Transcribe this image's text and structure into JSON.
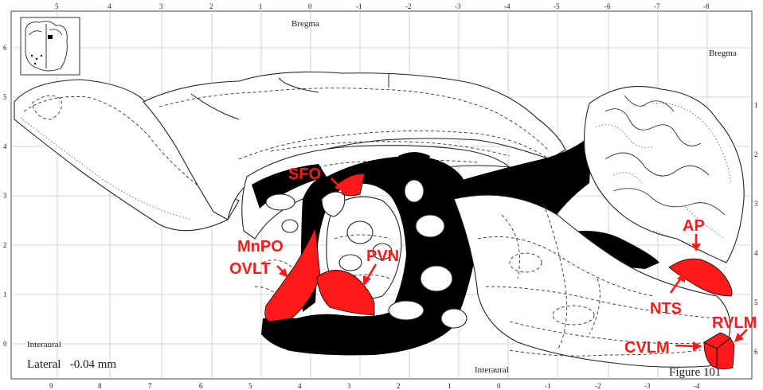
{
  "atlas": {
    "top_ticks": [
      "5",
      "4",
      "3",
      "2",
      "1",
      "0",
      "-1",
      "-2",
      "-3",
      "-4",
      "-5",
      "-6",
      "-7",
      "-8"
    ],
    "bottom_ticks": [
      "9",
      "8",
      "7",
      "6",
      "5",
      "4",
      "3",
      "2",
      "1",
      "0",
      "-1",
      "-2",
      "-3",
      "-4"
    ],
    "left_ticks": [
      "6",
      "5",
      "4",
      "3",
      "2",
      "1",
      "0"
    ],
    "right_ticks": [
      "1",
      "2",
      "3",
      "4",
      "5",
      "6"
    ],
    "bregma_top": "Bregma",
    "bregma_right": "Bregma",
    "interaural_left": "Interaural",
    "interaural_bottom": "Interaural",
    "lateral": "Lateral   -0.04 mm",
    "figure": "Figure 101"
  },
  "regions": {
    "sfo": "SFO",
    "mnpo": "MnPO",
    "ovlt": "OVLT",
    "pvn": "PVN",
    "ap": "AP",
    "nts": "NTS",
    "rvlm": "RVLM",
    "cvlm": "CVLM"
  },
  "colors": {
    "highlight": "#ff1a1a",
    "fiber": "#000000",
    "grid": "#c8c8c8"
  }
}
